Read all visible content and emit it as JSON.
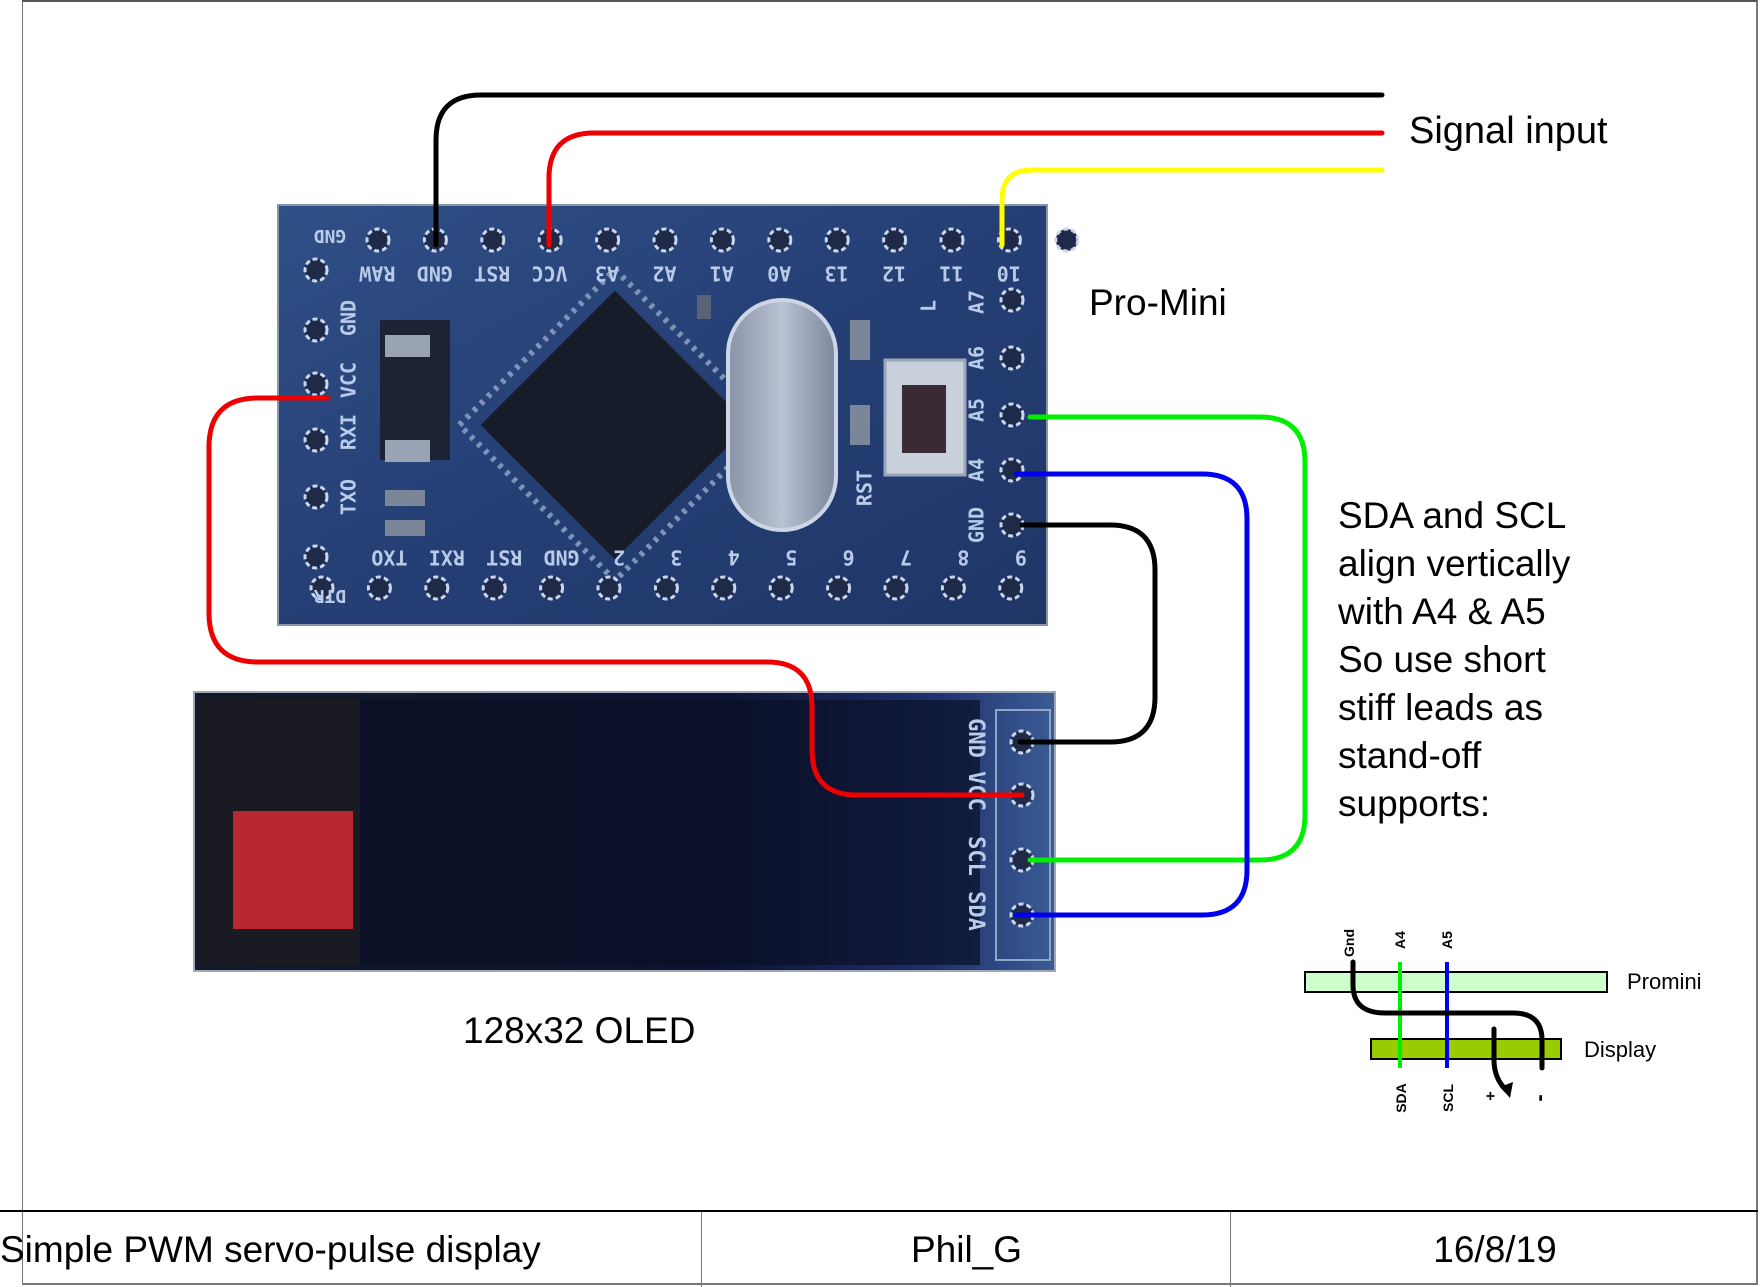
{
  "title_block": {
    "title": "Simple PWM servo-pulse display",
    "author": "Phil_G",
    "date": "16/8/19"
  },
  "labels": {
    "signal_input": "Signal input",
    "pro_mini": "Pro-Mini",
    "oled": "128x32 OLED",
    "note_lines": [
      "SDA and SCL",
      "align vertically",
      "with A4 & A5",
      "So use short",
      "stiff leads as",
      "stand-off",
      "supports:"
    ]
  },
  "pro_mini_board": {
    "top_pins": [
      "GND",
      "RAW",
      "GND",
      "RST",
      "VCC",
      "A3",
      "A2",
      "A1",
      "A0",
      "13",
      "12",
      "11",
      "10"
    ],
    "left_pins": [
      "GND",
      "VCC",
      "RXI",
      "TXO"
    ],
    "bottom_pins": [
      "DTR",
      "TXO",
      "RXI",
      "RST",
      "GND",
      "2",
      "3",
      "4",
      "5",
      "6",
      "7",
      "8",
      "9"
    ],
    "right_pins": [
      "A7",
      "A6",
      "A5",
      "A4",
      "GND"
    ],
    "other_marks": [
      "L",
      "RST"
    ]
  },
  "oled_board": {
    "pins": [
      "GND",
      "VCC",
      "SCL",
      "SDA"
    ]
  },
  "wires": [
    {
      "color": "#000000",
      "from": "Pro-Mini GND (top)",
      "to": "Signal input"
    },
    {
      "color": "#ee0000",
      "from": "Pro-Mini VCC (top)",
      "to": "Signal input"
    },
    {
      "color": "#ffff00",
      "from": "Pro-Mini 10",
      "to": "Signal input"
    },
    {
      "color": "#ee0000",
      "from": "Pro-Mini VCC (left)",
      "to": "OLED VCC"
    },
    {
      "color": "#00ee00",
      "from": "Pro-Mini A5",
      "to": "OLED SCL"
    },
    {
      "color": "#0000ee",
      "from": "Pro-Mini A4",
      "to": "OLED SDA"
    },
    {
      "color": "#000000",
      "from": "Pro-Mini GND (right)",
      "to": "OLED GND"
    }
  ],
  "side_view": {
    "top_labels": [
      "Gnd",
      "A4",
      "A5"
    ],
    "bottom_labels": [
      "SDA",
      "SCL",
      "+",
      "-"
    ],
    "promini_label": "Promini",
    "display_label": "Display",
    "colors": {
      "promini_bar": "#ccffcc",
      "display_bar": "#99cc00",
      "sda": "#00ee00",
      "scl": "#0000ee"
    }
  }
}
